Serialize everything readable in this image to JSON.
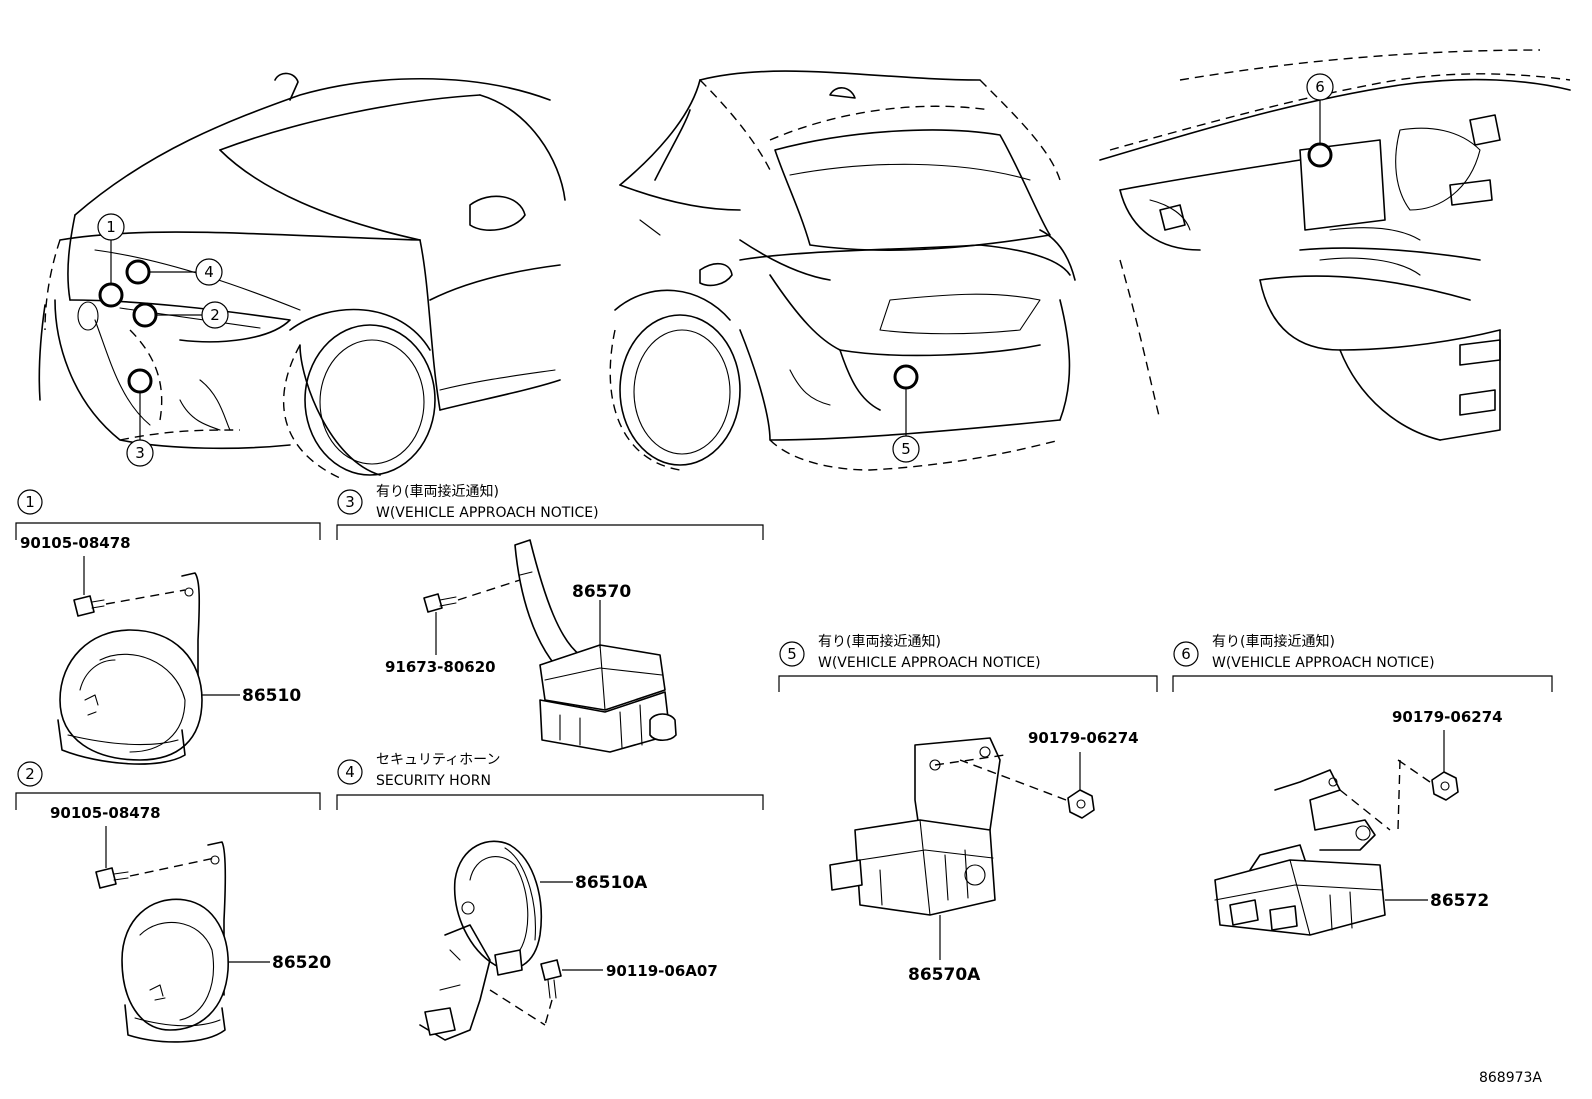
{
  "callouts": [
    "1",
    "2",
    "3",
    "4",
    "5",
    "6"
  ],
  "sections": {
    "s1": {
      "num": "1"
    },
    "s2": {
      "num": "2"
    },
    "s3": {
      "num": "3",
      "jp": "有り(車両接近通知)",
      "en": "W(VEHICLE APPROACH NOTICE)"
    },
    "s4": {
      "num": "4",
      "jp": "セキュリティホーン",
      "en": "SECURITY HORN"
    },
    "s5": {
      "num": "5",
      "jp": "有り(車両接近通知)",
      "en": "W(VEHICLE APPROACH NOTICE)"
    },
    "s6": {
      "num": "6",
      "jp": "有り(車両接近通知)",
      "en": "W(VEHICLE APPROACH NOTICE)"
    }
  },
  "parts": {
    "p86510": "86510",
    "p86520": "86520",
    "p86570": "86570",
    "p86510A": "86510A",
    "p86570A": "86570A",
    "p86572": "86572",
    "b1": "90105-08478",
    "b2": "90105-08478",
    "b3": "91673-80620",
    "b4": "90119-06A07",
    "b5": "90179-06274",
    "b6": "90179-06274"
  },
  "diagram_id": "868973A"
}
